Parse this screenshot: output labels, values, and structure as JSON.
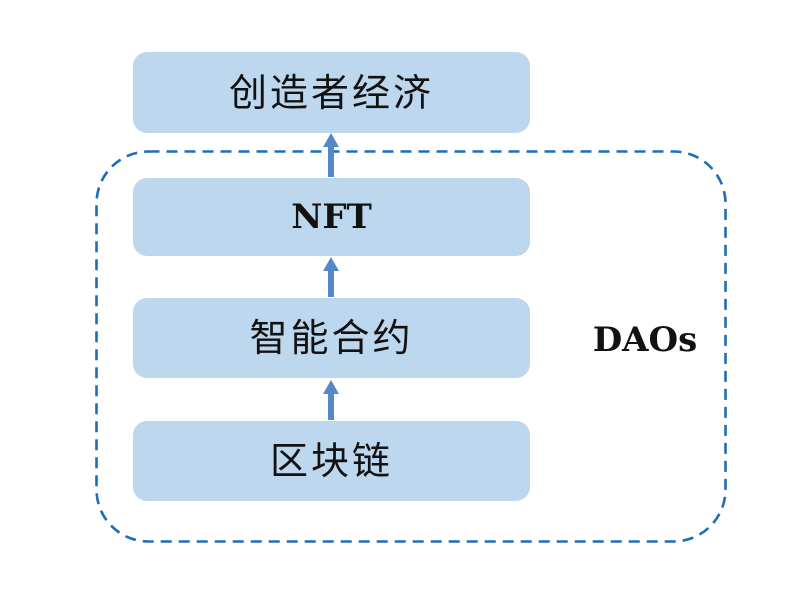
{
  "diagram": {
    "boxes": [
      {
        "id": "creator-economy",
        "label": "创造者经济"
      },
      {
        "id": "nft",
        "label": "NFT"
      },
      {
        "id": "smart-contract",
        "label": "智能合约"
      },
      {
        "id": "blockchain",
        "label": "区块链"
      }
    ],
    "group": {
      "label": "DAOs",
      "contains": [
        "NFT",
        "智能合约",
        "区块链"
      ],
      "border_style": "dashed"
    },
    "connectors": [
      {
        "from": "区块链",
        "to": "智能合约",
        "direction": "up",
        "icon": "up-arrow-icon"
      },
      {
        "from": "智能合约",
        "to": "NFT",
        "direction": "up",
        "icon": "up-arrow-icon"
      },
      {
        "from": "NFT",
        "to": "创造者经济",
        "direction": "up",
        "icon": "up-arrow-icon"
      }
    ],
    "colors": {
      "box_fill": "#BDD7EE",
      "arrow": "#5588C8",
      "dashed_border": "#1F6DB6",
      "text": "#121212",
      "background": "#FFFFFF"
    }
  }
}
